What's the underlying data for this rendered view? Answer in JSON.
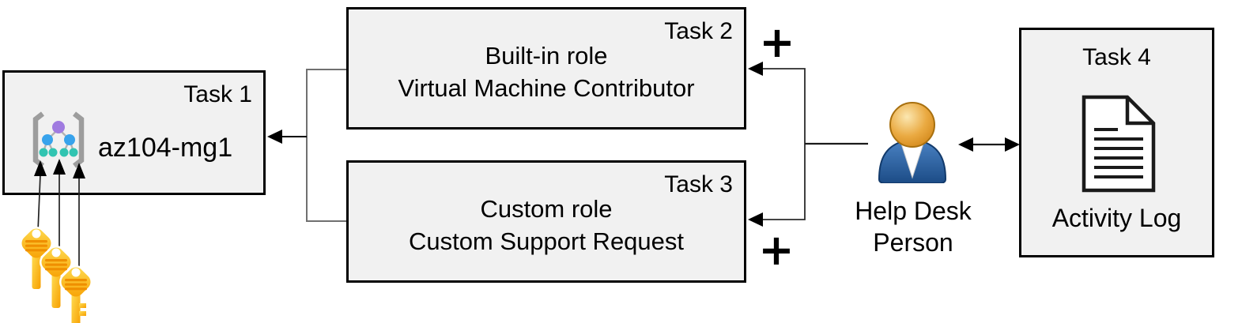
{
  "task1": {
    "corner_label": "Task 1",
    "name": "az104-mg1",
    "icon": "management-group-icon"
  },
  "task2": {
    "corner_label": "Task 2",
    "role_type": "Built-in role",
    "role_name": "Virtual Machine Contributor"
  },
  "task3": {
    "corner_label": "Task 3",
    "role_type": "Custom role",
    "role_name": "Custom Support Request"
  },
  "task4": {
    "label": "Task 4",
    "caption": "Activity Log",
    "icon": "activity-log-document-icon"
  },
  "person": {
    "label_line1": "Help Desk",
    "label_line2": "Person",
    "icon": "help-desk-person-icon"
  },
  "plus_top": "+",
  "plus_bottom": "+",
  "icons": [
    "management-group-icon",
    "access-key-icon",
    "help-desk-person-icon",
    "activity-log-document-icon"
  ],
  "colors": {
    "box_fill": "#f1f1f1",
    "box_border": "#000000",
    "connector_gray": "#707070",
    "connector_black": "#1a1a1a",
    "key_yellow": "#ffdf55",
    "key_orange": "#f79e00",
    "key_stripe": "#ef8f00",
    "mg_purple": "#a07be0",
    "mg_blue": "#38a3ec",
    "mg_teal": "#31c4b1",
    "mg_bracket": "#9d9d9d",
    "person_body_blue": "#2d5f9e",
    "person_head_gold": "#e8a93f"
  }
}
